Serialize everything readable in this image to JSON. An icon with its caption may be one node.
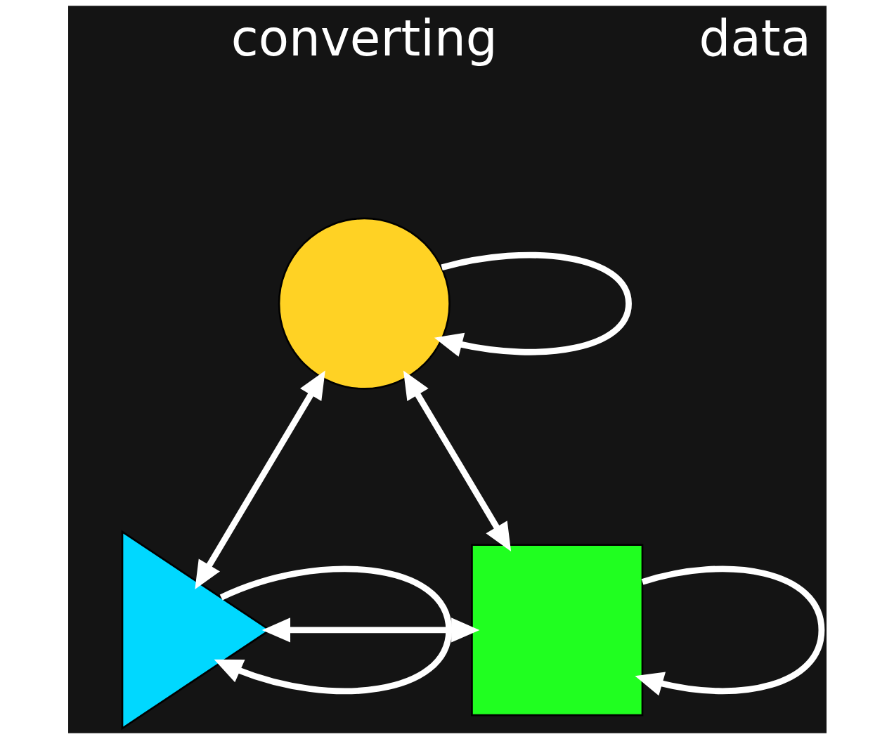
{
  "diagram": {
    "nodes": [
      {
        "text": [],
        "shape": "circle"
      },
      {
        "text": [],
        "shape": "triangle"
      },
      {
        "text": [],
        "shape": "box"
      }
    ],
    "edges": [
      {
        "from": 0,
        "to": 0,
        "arrow": "to"
      },
      {
        "from": 0,
        "to": 1,
        "arrow": "both"
      },
      {
        "from": 0,
        "to": 2,
        "arrow": "both"
      },
      {
        "from": 1,
        "to": 2,
        "arrow": "both"
      },
      {
        "from": 1,
        "to": 1,
        "arrow": "to"
      },
      {
        "from": 2,
        "to": 2,
        "arrow": "to"
      }
    ],
    "labels": [
      "converting",
      "data"
    ]
  }
}
